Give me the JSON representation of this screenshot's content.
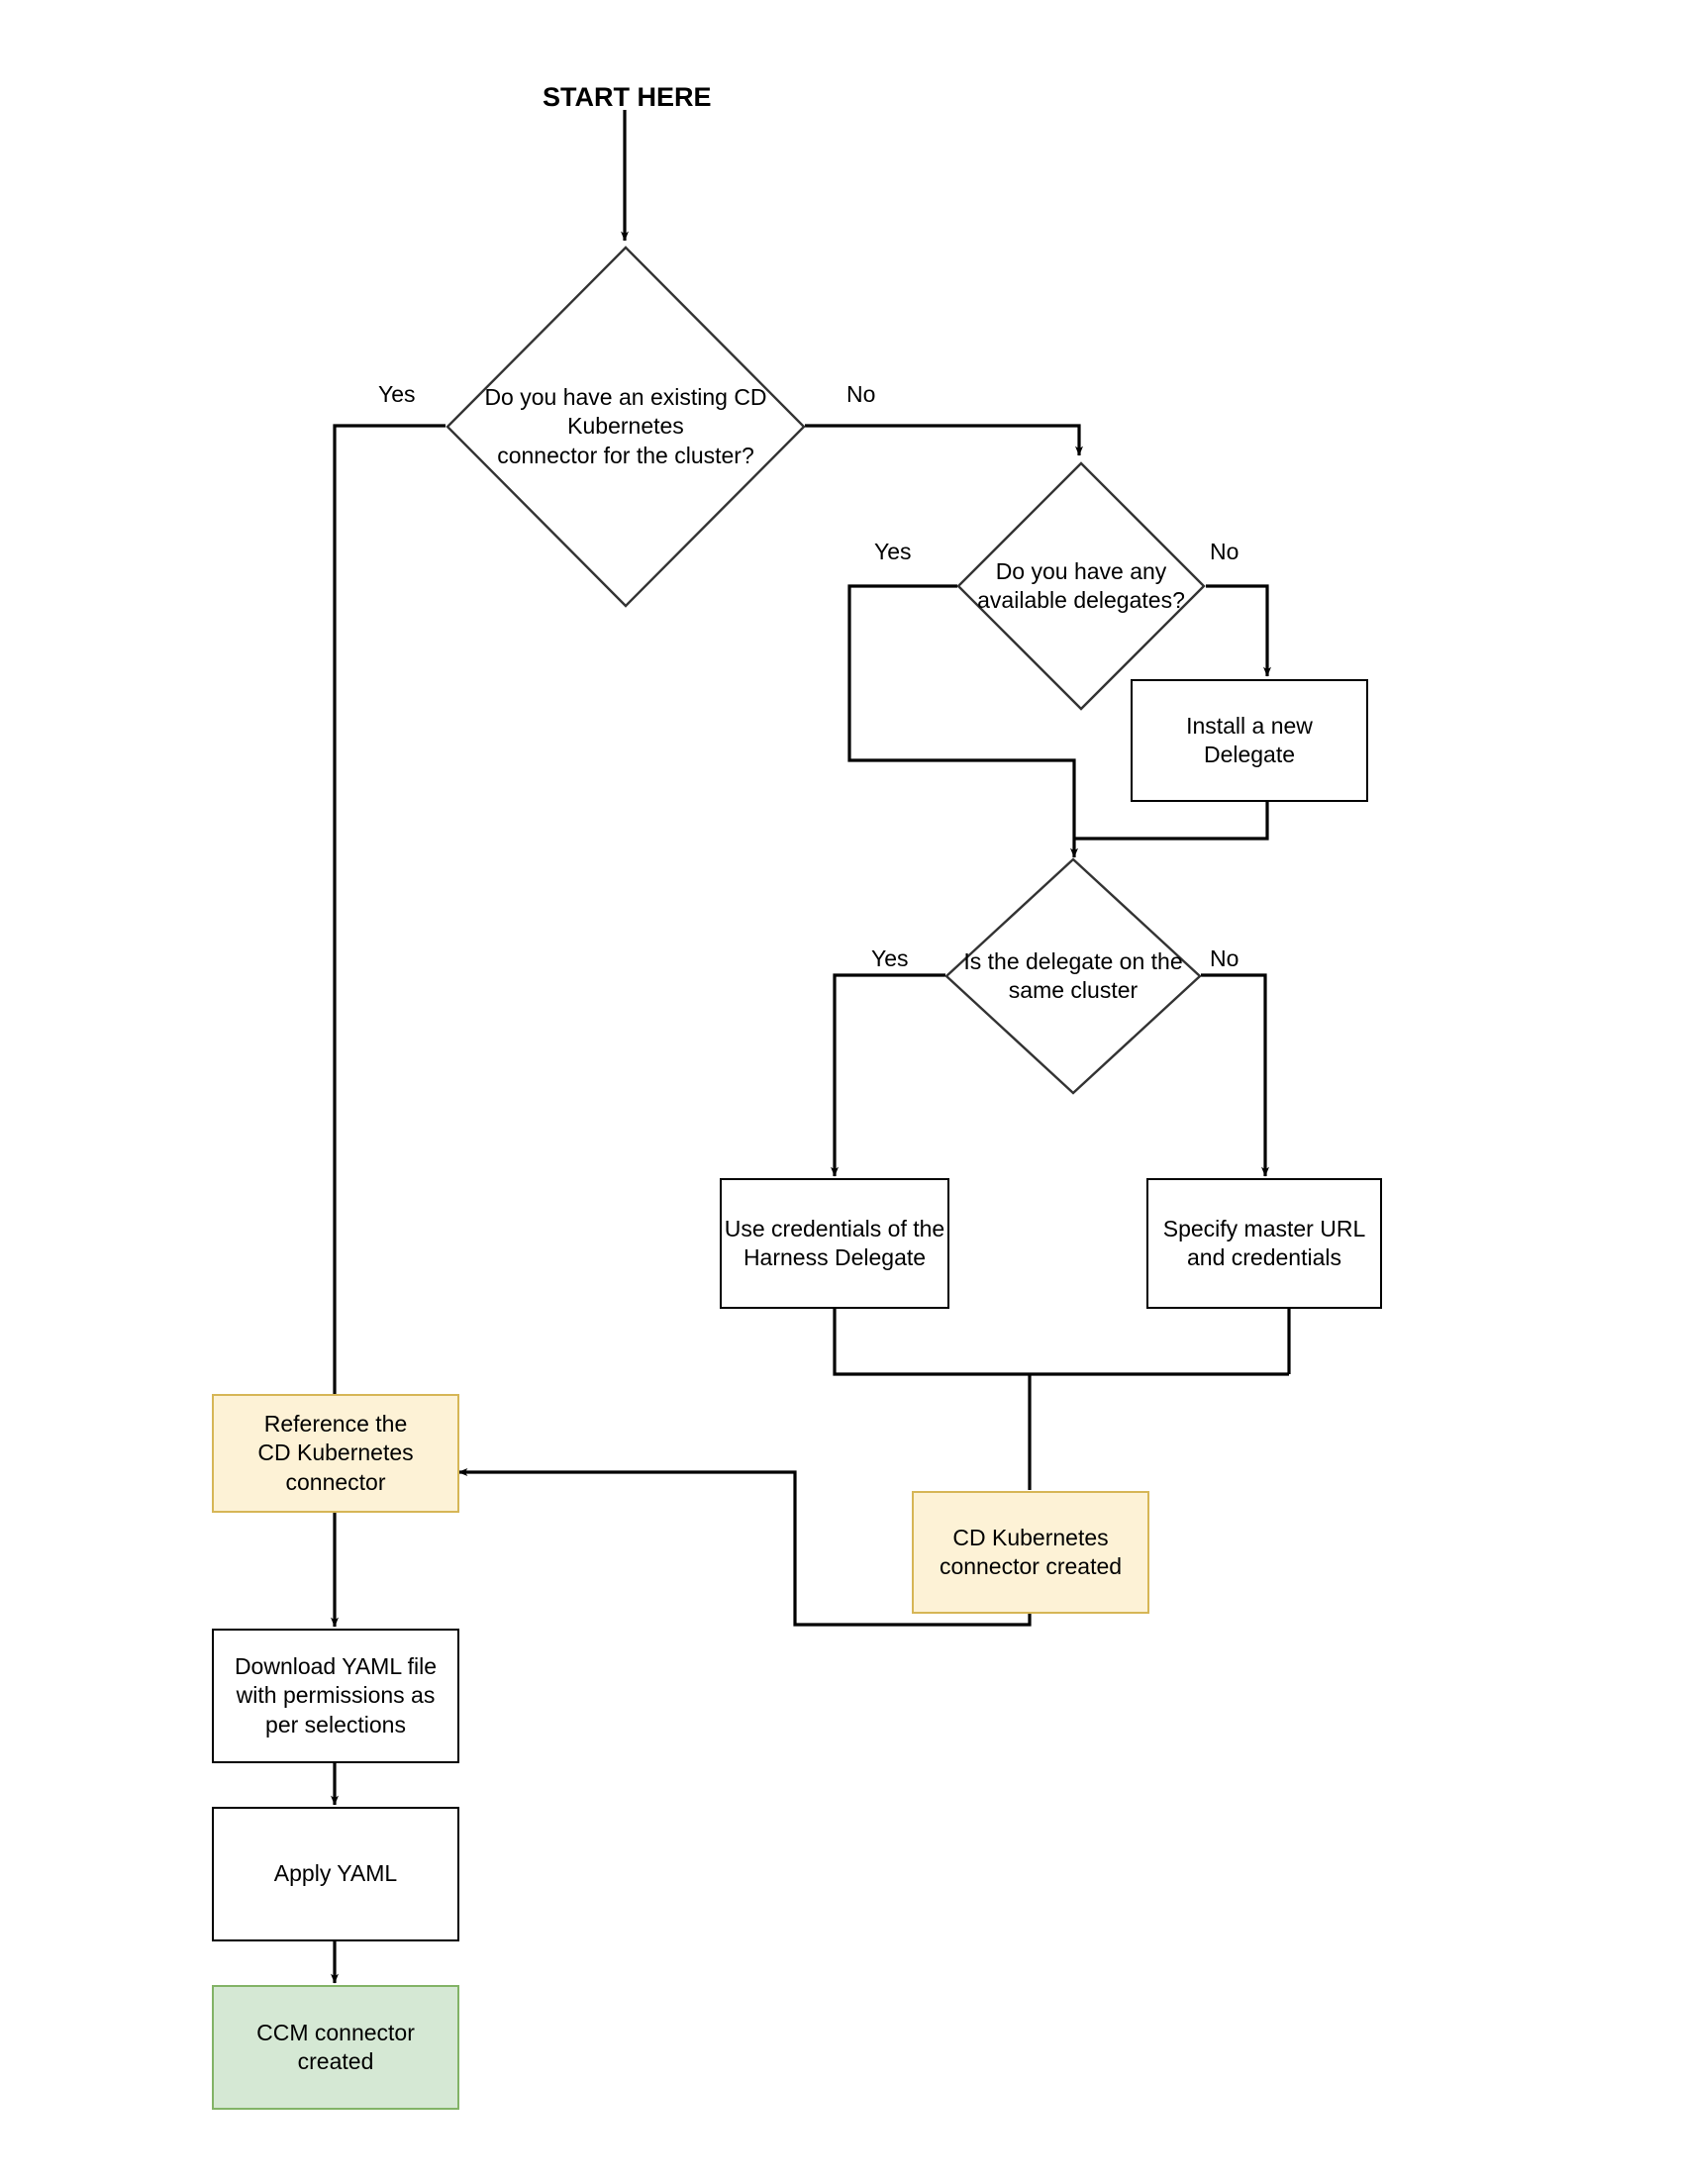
{
  "diagram": {
    "title": "START HERE",
    "type": "flowchart",
    "colors": {
      "stroke": "#000000",
      "diamond_stroke": "#333333",
      "yellow_fill": "#fdf2d6",
      "yellow_border": "#d6b656",
      "green_fill": "#d5e8d4",
      "green_border": "#82b366",
      "box_fill": "#ffffff",
      "text": "#000000"
    },
    "nodes": {
      "decision_existing_connector": "Do you have an existing CD Kubernetes connector for the cluster?",
      "decision_existing_connector_line1": "Do you have an existing CD",
      "decision_existing_connector_line2": "Kubernetes",
      "decision_existing_connector_line3": "connector for the cluster?",
      "decision_available_delegates_line1": "Do you have any",
      "decision_available_delegates_line2": "available delegates?",
      "decision_same_cluster_line1": "Is the delegate on the",
      "decision_same_cluster_line2": "same cluster",
      "install_new_delegate_line1": "Install a new",
      "install_new_delegate_line2": "Delegate",
      "use_credentials_line1": "Use credentials of the",
      "use_credentials_line2": "Harness Delegate",
      "specify_master_url_line1": "Specify master URL",
      "specify_master_url_line2": "and credentials",
      "reference_connector_line1": "Reference the",
      "reference_connector_line2": "CD Kubernetes",
      "reference_connector_line3": "connector",
      "cd_connector_created_line1": "CD Kubernetes",
      "cd_connector_created_line2": "connector created",
      "download_yaml_line1": "Download YAML file",
      "download_yaml_line2": "with permissions as",
      "download_yaml_line3": "per selections",
      "apply_yaml": "Apply YAML",
      "ccm_connector_created_line1": "CCM connector",
      "ccm_connector_created_line2": "created"
    },
    "edge_labels": {
      "d1_yes": "Yes",
      "d1_no": "No",
      "d2_yes": "Yes",
      "d2_no": "No",
      "d3_yes": "Yes",
      "d3_no": "No"
    }
  }
}
